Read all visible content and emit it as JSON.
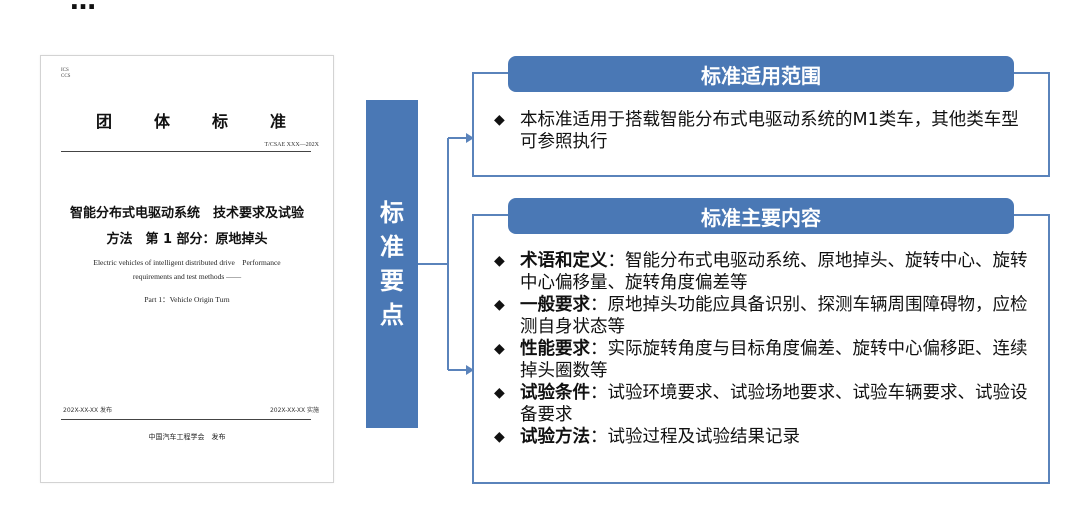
{
  "top_fragment": "…",
  "document_cover": {
    "codes": [
      "ICS",
      "CCS"
    ],
    "cover_type_chars": [
      "团",
      "体",
      "标",
      "准"
    ],
    "standard_number": "T/CSAE XXX—202X",
    "title_cn_line1": "智能分布式电驱动系统　技术要求及试验",
    "title_cn_line2": "方法　第 1 部分：原地掉头",
    "title_en_line1": "Electric vehicles of intelligent distributed drive　Performance",
    "title_en_line2": "requirements and test methods ——",
    "title_en_part": "Part 1：Vehicle Origin Turn",
    "publish_date": "202X-XX-XX 发布",
    "implement_date": "202X-XX-XX 实施",
    "publisher": "中国汽车工程学会　发布"
  },
  "side_label": {
    "chars": [
      "标",
      "准",
      "要",
      "点"
    ]
  },
  "scope_panel": {
    "title": "标准适用范围",
    "items": [
      {
        "key": "",
        "text": "本标准适用于搭载智能分布式电驱动系统的M1类车，其他类车型可参照执行"
      }
    ]
  },
  "content_panel": {
    "title": "标准主要内容",
    "items": [
      {
        "key": "术语和定义",
        "text": "：智能分布式电驱动系统、原地掉头、旋转中心、旋转中心偏移量、旋转角度偏差等"
      },
      {
        "key": "一般要求",
        "text": "：原地掉头功能应具备识别、探测车辆周围障碍物，应检测自身状态等"
      },
      {
        "key": "性能要求",
        "text": "：实际旋转角度与目标角度偏差、旋转中心偏移距、连续掉头圈数等"
      },
      {
        "key": "试验条件",
        "text": "：试验环境要求、试验场地要求、试验车辆要求、试验设备要求"
      },
      {
        "key": "试验方法",
        "text": "：试验过程及试验结果记录"
      }
    ]
  },
  "colors": {
    "accent": "#4a78b5",
    "panel_border": "#5a83bb"
  },
  "icons": {
    "bullet": "diamond-bullet-icon",
    "connector": "arrow-right-icon"
  }
}
